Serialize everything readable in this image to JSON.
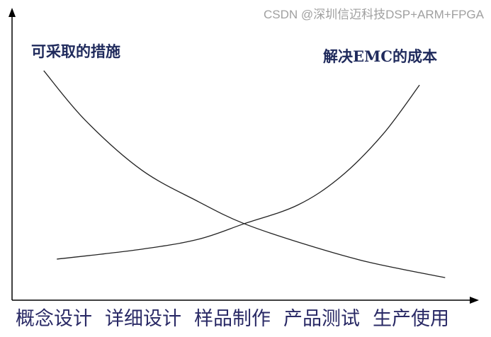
{
  "chart_data": {
    "type": "line",
    "title": "",
    "xlabel": "",
    "ylabel": "",
    "xlim": [
      0,
      10
    ],
    "ylim": [
      0,
      100
    ],
    "categories": [
      "概念设计",
      "详细设计",
      "样品制作",
      "产品测试",
      "生产使用"
    ],
    "series": [
      {
        "name": "可采取的措施",
        "x": [
          0.68,
          1.57,
          2.78,
          4.0,
          4.98,
          6.28,
          7.64,
          9.29
        ],
        "y": [
          78.3,
          61.4,
          44.4,
          33.6,
          26.1,
          19.1,
          13.0,
          7.7
        ]
      },
      {
        "name": "解决EMC的成本",
        "x": [
          0.96,
          2.78,
          4.0,
          4.98,
          6.12,
          7.04,
          7.95,
          8.74
        ],
        "y": [
          14.0,
          17.4,
          20.8,
          26.1,
          32.4,
          42.0,
          56.5,
          73.4
        ]
      }
    ],
    "grid": false
  },
  "watermark": "CSDN @深圳信迈科技DSP+ARM+FPGA",
  "colors": {
    "label": "#1f2a5c",
    "curve": "#222222"
  }
}
